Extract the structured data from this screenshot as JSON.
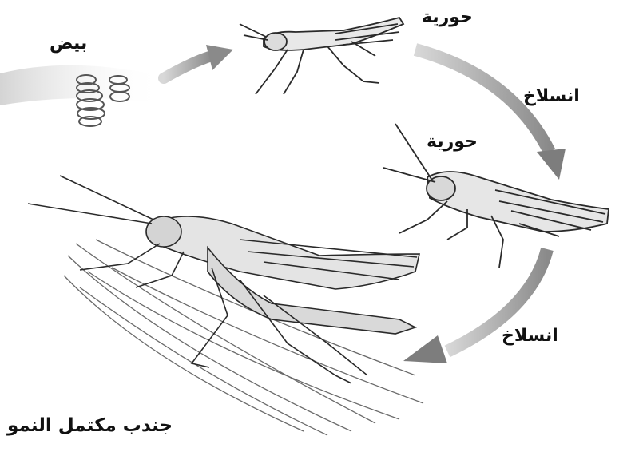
{
  "labels": {
    "eggs": "بيض",
    "nymph_1": "حورية",
    "molt_1": "انسلاخ",
    "nymph_2": "حورية",
    "molt_2": "انسلاخ",
    "adult": "جندب مكتمل النمو"
  },
  "colors": {
    "arrow": "#8a8a8a",
    "ink": "#2a2a2a",
    "background": "#ffffff"
  }
}
